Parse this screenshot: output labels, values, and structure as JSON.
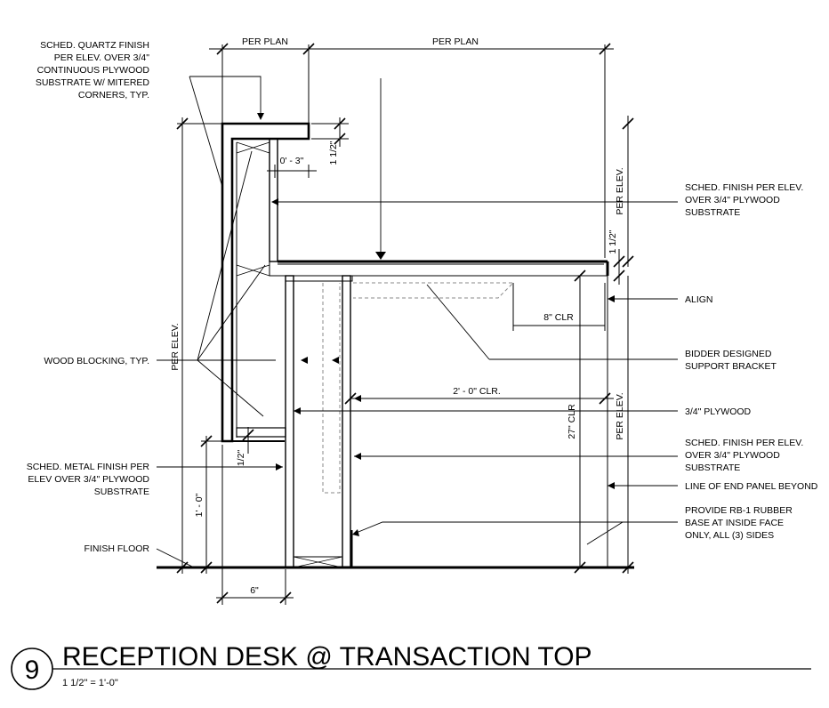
{
  "drawing": {
    "number": "9",
    "title": "RECEPTION DESK @ TRANSACTION TOP",
    "scale": "1 1/2\" = 1'-0\""
  },
  "dimensions": {
    "per_plan_left": "PER PLAN",
    "per_plan_right": "PER PLAN",
    "reveal_3in": "0' - 3\"",
    "thick_top": "1 1/2\"",
    "per_elev_right_upper": "PER ELEV.",
    "thick_counter": "1 1/2\"",
    "clr_8in": "8\" CLR",
    "clr_2ft": "2' - 0\" CLR.",
    "clr_27in": "27\" CLR",
    "per_elev_right_lower": "PER ELEV.",
    "per_elev_left": "PER ELEV.",
    "half_inch": "1/2\"",
    "one_foot": "1' - 0\"",
    "six_in": "6\""
  },
  "notes_left": {
    "quartz": [
      "SCHED. QUARTZ FINISH",
      "PER ELEV. OVER 3/4\"",
      "CONTINUOUS PLYWOOD",
      "SUBSTRATE W/ MITERED",
      "CORNERS, TYP."
    ],
    "blocking": "WOOD BLOCKING, TYP.",
    "metal": [
      "SCHED. METAL FINISH PER",
      "ELEV OVER 3/4\" PLYWOOD",
      "SUBSTRATE"
    ],
    "floor": "FINISH FLOOR"
  },
  "notes_right": {
    "finish_upper": [
      "SCHED. FINISH PER ELEV.",
      "OVER 3/4\" PLYWOOD",
      "SUBSTRATE"
    ],
    "align": "ALIGN",
    "bracket": [
      "BIDDER DESIGNED",
      "SUPPORT BRACKET"
    ],
    "plywood": "3/4\" PLYWOOD",
    "finish_lower": [
      "SCHED. FINISH PER ELEV.",
      "OVER 3/4\" PLYWOOD",
      "SUBSTRATE"
    ],
    "end_panel": "LINE OF END PANEL BEYOND",
    "base": [
      "PROVIDE RB-1 RUBBER",
      "BASE AT INSIDE FACE",
      "ONLY, ALL (3) SIDES"
    ]
  }
}
